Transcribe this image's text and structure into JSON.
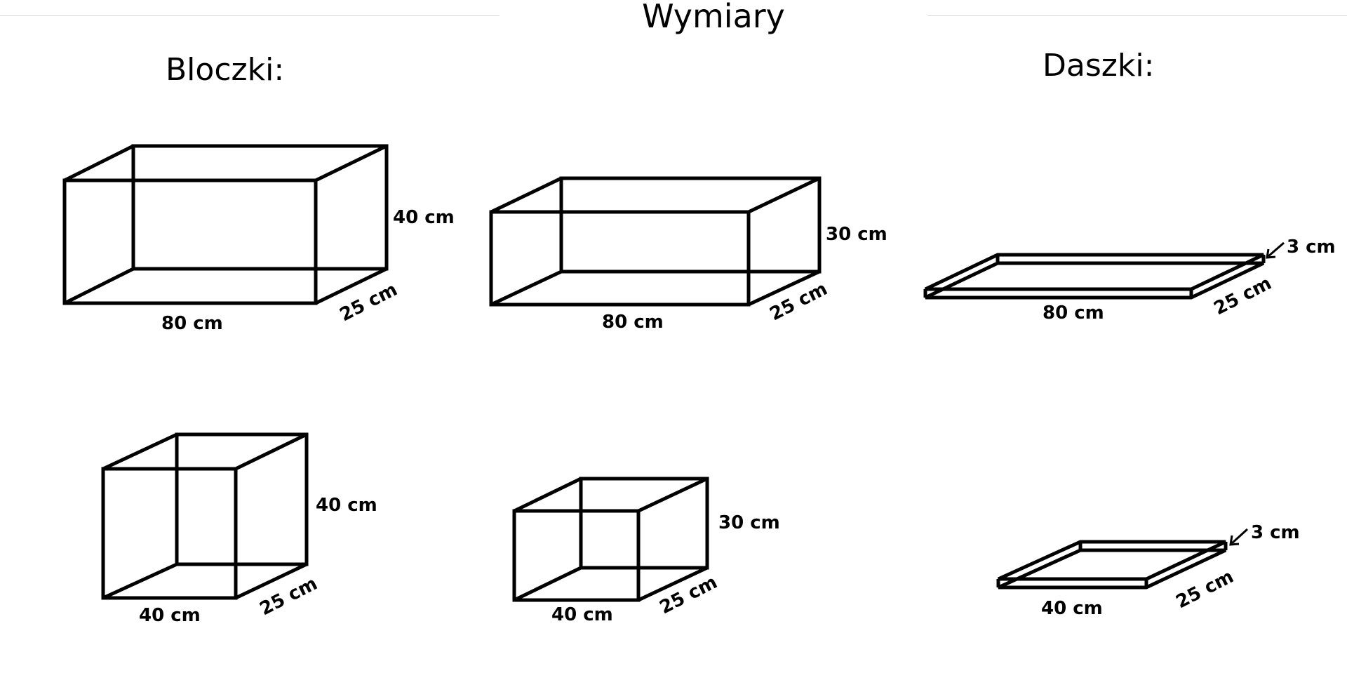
{
  "page": {
    "title": "Wymiary"
  },
  "sections": {
    "blocks_heading": "Bloczki:",
    "roofs_heading": "Daszki:"
  },
  "figures": {
    "block_80x40": {
      "length": "80 cm",
      "depth": "25 cm",
      "height": "40 cm"
    },
    "block_80x30": {
      "length": "80 cm",
      "depth": "25 cm",
      "height": "30 cm"
    },
    "block_40x40": {
      "length": "40 cm",
      "depth": "25 cm",
      "height": "40 cm"
    },
    "block_40x30": {
      "length": "40 cm",
      "depth": "25 cm",
      "height": "30 cm"
    },
    "roof_80": {
      "length": "80 cm",
      "depth": "25 cm",
      "thickness": "3 cm"
    },
    "roof_40": {
      "length": "40 cm",
      "depth": "25 cm",
      "thickness": "3 cm"
    }
  }
}
